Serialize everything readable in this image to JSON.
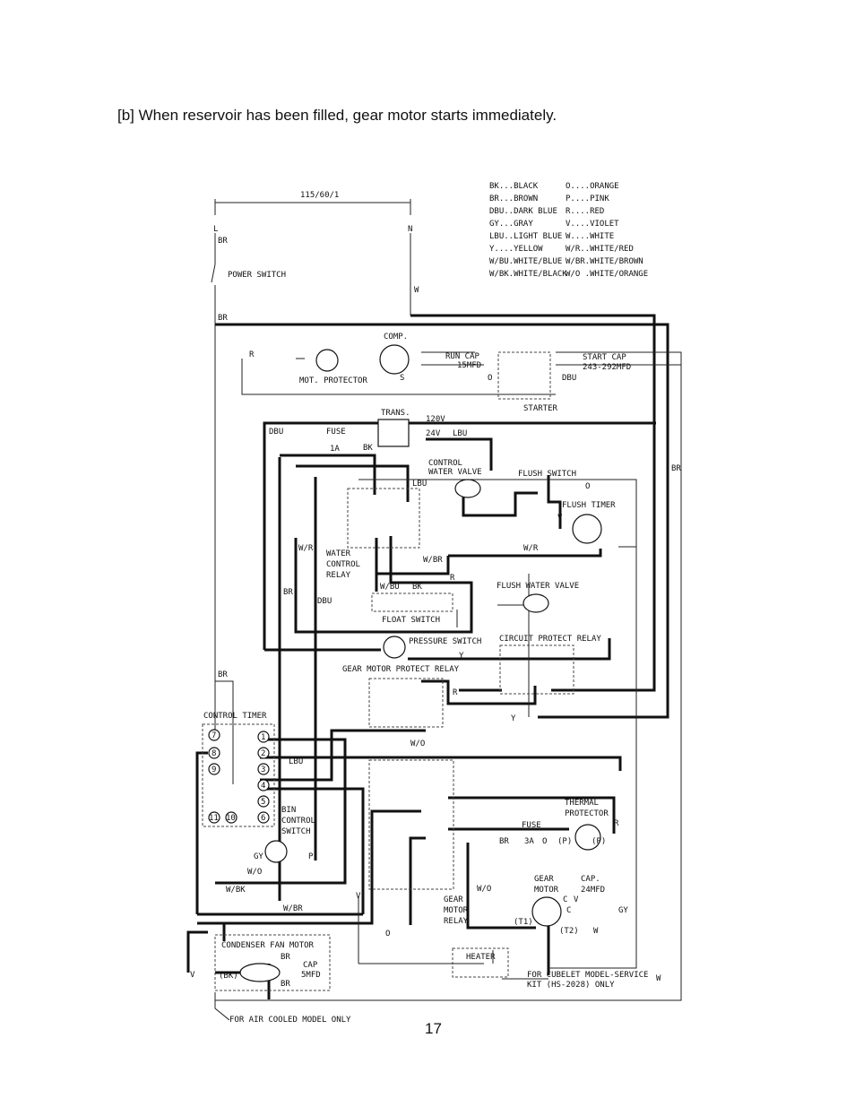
{
  "caption": "[b] When reservoir has been filled, gear motor starts immediately.",
  "page_number": "17",
  "supply": {
    "voltage": "115/60/1",
    "line": "L",
    "neutral": "N"
  },
  "legend": [
    "BK...BLACK",
    "BR...BROWN",
    "DBU..DARK BLUE",
    "GY...GRAY",
    "LBU..LIGHT BLUE",
    "Y....YELLOW",
    "W/BU.WHITE/BLUE",
    "W/BK.WHITE/BLACK",
    "O....ORANGE",
    "P....PINK",
    "R....RED",
    "V....VIOLET",
    "W....WHITE",
    "W/R..WHITE/RED",
    "W/BR.WHITE/BROWN",
    "W/O .WHITE/ORANGE"
  ],
  "labels": {
    "power_switch": "POWER SWITCH",
    "comp": "COMP.",
    "mot_protector": "MOT. PROTECTOR",
    "run_cap": "RUN CAP",
    "run_cap_val": "15MFD",
    "start_cap": "START CAP",
    "start_cap_val": "243-292MFD",
    "starter": "STARTER",
    "trans": "TRANS.",
    "v120": "120V",
    "v24": "24V",
    "fuse": "FUSE",
    "fuse_1a": "1A",
    "control_water_valve": "CONTROL",
    "control_water_valve2": "WATER VALVE",
    "flush_switch": "FLUSH SWITCH",
    "flush_timer": "FLUSH TIMER",
    "water_control_relay1": "WATER",
    "water_control_relay2": "CONTROL",
    "water_control_relay3": "RELAY",
    "flush_water_valve": "FLUSH WATER VALVE",
    "float_switch": "FLOAT SWITCH",
    "pressure_switch": "PRESSURE SWITCH",
    "circuit_protect_relay": "CIRCUIT PROTECT RELAY",
    "gear_motor_protect_relay": "GEAR MOTOR PROTECT RELAY",
    "control_timer": "CONTROL TIMER",
    "bin_control_switch1": "BIN",
    "bin_control_switch2": "CONTROL",
    "bin_control_switch3": "SWITCH",
    "thermal_protector1": "THERMAL",
    "thermal_protector2": "PROTECTOR",
    "fuse_3a": "3A",
    "gear_motor1": "GEAR",
    "gear_motor2": "MOTOR",
    "cap_24": "CAP.",
    "cap_24_val": "24MFD",
    "gear_motor_relay1": "GEAR",
    "gear_motor_relay2": "MOTOR",
    "gear_motor_relay3": "RELAY",
    "condenser_fan_motor": "CONDENSER FAN MOTOR",
    "cap_fan": "CAP",
    "cap_fan_val": "5MFD",
    "heater": "HEATER",
    "cubelet_note1": "FOR CUBELET MODEL-SERVICE",
    "cubelet_note2": "KIT (HS-2028) ONLY",
    "air_cooled_note": "FOR AIR COOLED MODEL ONLY"
  },
  "wires": {
    "br": "BR",
    "w": "W",
    "r": "R",
    "dbu": "DBU",
    "bk": "BK",
    "lbu": "LBU",
    "o": "O",
    "wr": "W/R",
    "wbr": "W/BR",
    "wbu": "W/BU",
    "wo": "W/O",
    "wbk": "W/BK",
    "y": "Y",
    "v": "V",
    "gy": "GY",
    "p": "P",
    "s": "S",
    "c": "C",
    "t1": "(T1)",
    "t2": "(T2)",
    "pp": "(P)",
    "bkp": "(BK)"
  },
  "terminals": {
    "ct_left": [
      "7",
      "8",
      "9",
      "11",
      "10"
    ],
    "ct_right": [
      "1",
      "2",
      "3",
      "4",
      "5",
      "6"
    ]
  }
}
